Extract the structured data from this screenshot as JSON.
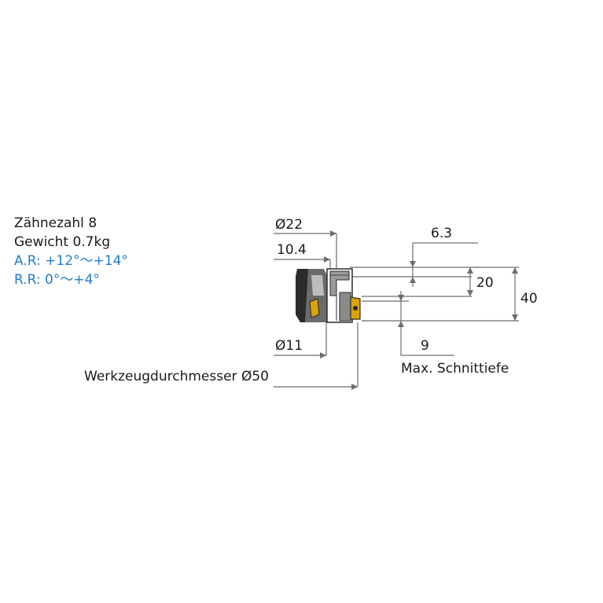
{
  "specs": {
    "teeth": "Zähnezahl 8",
    "weight": "Gewicht 0.7kg",
    "axial_rake": "A.R: +12°～+14°",
    "radial_rake": "R.R: 0°～+4°"
  },
  "dimensions": {
    "bore_diameter_top": "Ø22",
    "bore_depth": "10.4",
    "shank_diameter_bottom": "Ø11",
    "tool_diameter_label": "Werkzeugdurchmesser",
    "tool_diameter_value": "Ø50",
    "height_total": "40",
    "height_body": "20",
    "insert_offset": "6.3",
    "max_cut_depth_value": "9",
    "max_cut_depth_label": "Max. Schnittiefe"
  },
  "colors": {
    "text": "#1a1a1a",
    "accent_blue": "#1f7bd0",
    "tool_dark": "#2b2b2b",
    "tool_mid": "#6b6b6b",
    "tool_light": "#bdbdbd",
    "insert_gold": "#d9a400",
    "dim_line": "#6e6e6e"
  }
}
